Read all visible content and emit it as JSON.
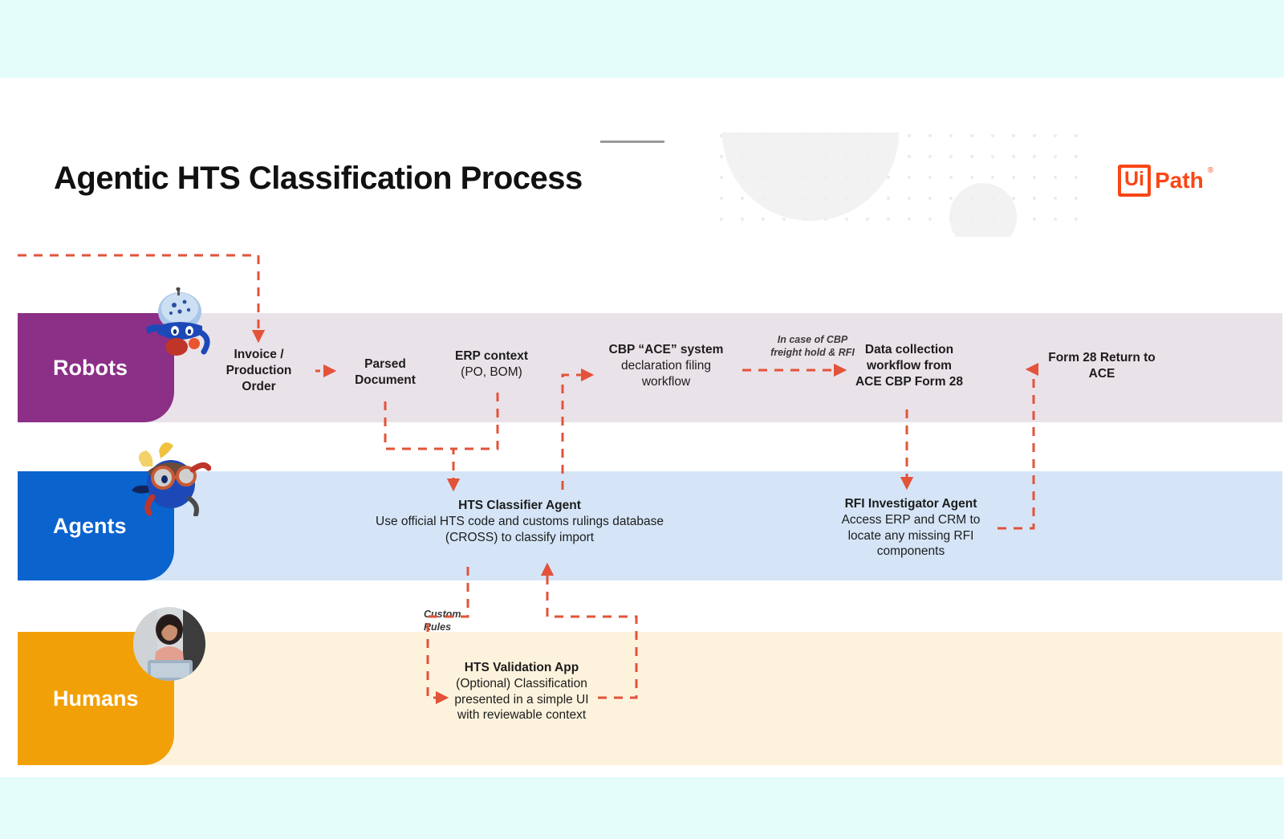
{
  "page": {
    "title": "Agentic HTS Classification Process",
    "brand": {
      "mark": "Ui",
      "word": "Path",
      "registered": "®",
      "color": "#fa4616"
    },
    "background_band_color": "#e4fcfa"
  },
  "lanes": [
    {
      "id": "robots",
      "label": "Robots",
      "label_color": "#8b2f87",
      "band_color": "#eae2e9",
      "mascot": "robot-mascot-icon"
    },
    {
      "id": "agents",
      "label": "Agents",
      "label_color": "#0b63ce",
      "band_color": "#d5e5f7",
      "mascot": "agent-mascot-icon"
    },
    {
      "id": "humans",
      "label": "Humans",
      "label_color": "#f2a007",
      "band_color": "#fdf3dd",
      "mascot": "human-avatar-photo"
    }
  ],
  "nodes": {
    "invoice": {
      "line1": "Invoice /",
      "line2": "Production",
      "line3": "Order"
    },
    "parsed": {
      "line1": "Parsed",
      "line2": "Document"
    },
    "erp": {
      "line1": "ERP context",
      "line2": "(PO, BOM)"
    },
    "ace": {
      "line1": "CBP “ACE” system",
      "line2": "declaration filing",
      "line3": "workflow"
    },
    "data_collection": {
      "line1": "Data collection",
      "line2": "workflow from",
      "line3": "ACE CBP Form 28"
    },
    "form28": {
      "line1": "Form 28 Return to",
      "line2": "ACE"
    },
    "hts_classifier": {
      "title": "HTS Classifier Agent",
      "line1": "Use official HTS code and customs rulings database",
      "line2": "(CROSS) to classify import"
    },
    "rfi_agent": {
      "title": "RFI Investigator Agent",
      "line1": "Access ERP and CRM to",
      "line2": "locate any missing RFI",
      "line3": "components"
    },
    "hts_validation": {
      "title": "HTS Validation App",
      "line1": "(Optional) Classification",
      "line2": "presented in a simple UI",
      "line3": "with reviewable context"
    }
  },
  "annotations": {
    "cbp_hold": {
      "line1": "In case of CBP",
      "line2": "freight hold & RFI"
    },
    "custom_rules": {
      "line1": "Custom",
      "line2": "Rules"
    }
  },
  "connector_color": "#e2533a"
}
